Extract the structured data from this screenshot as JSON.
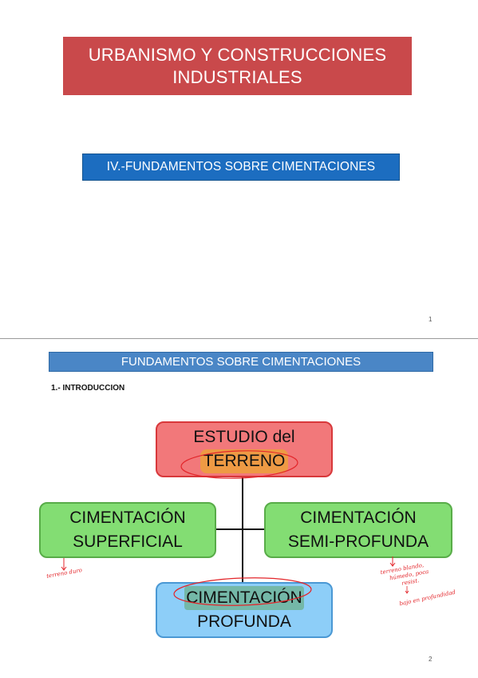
{
  "slide1": {
    "title_line1": "URBANISMO Y CONSTRUCCIONES",
    "title_line2": "INDUSTRIALES",
    "subtitle": "IV.-FUNDAMENTOS SOBRE CIMENTACIONES",
    "page_number": "1"
  },
  "slide2": {
    "header": "FUNDAMENTOS SOBRE CIMENTACIONES",
    "section": "1.- INTRODUCCION",
    "boxes": {
      "estudio_line1": "ESTUDIO del",
      "estudio_line2": "TERRENO",
      "superficial_line1": "CIMENTACIÓN",
      "superficial_line2": "SUPERFICIAL",
      "semi_line1": "CIMENTACIÓN",
      "semi_line2": "SEMI-PROFUNDA",
      "profunda_line1": "CIMENTACIÓN",
      "profunda_line2": "PROFUNDA"
    },
    "annotations": {
      "left_note": "terreno duro",
      "right_note_line1": "terreno blando,",
      "right_note_line2": "húmedo, poca",
      "right_note_line3": "resist.",
      "right_note_line4": "bajo en profundidad"
    },
    "colors": {
      "header_bg": "#4a86c6",
      "estudio_bg": "#f2787a",
      "superficial_bg": "#83dd73",
      "profunda_bg": "#8dcef8",
      "annotation": "#e3262b"
    },
    "page_number": "2"
  }
}
